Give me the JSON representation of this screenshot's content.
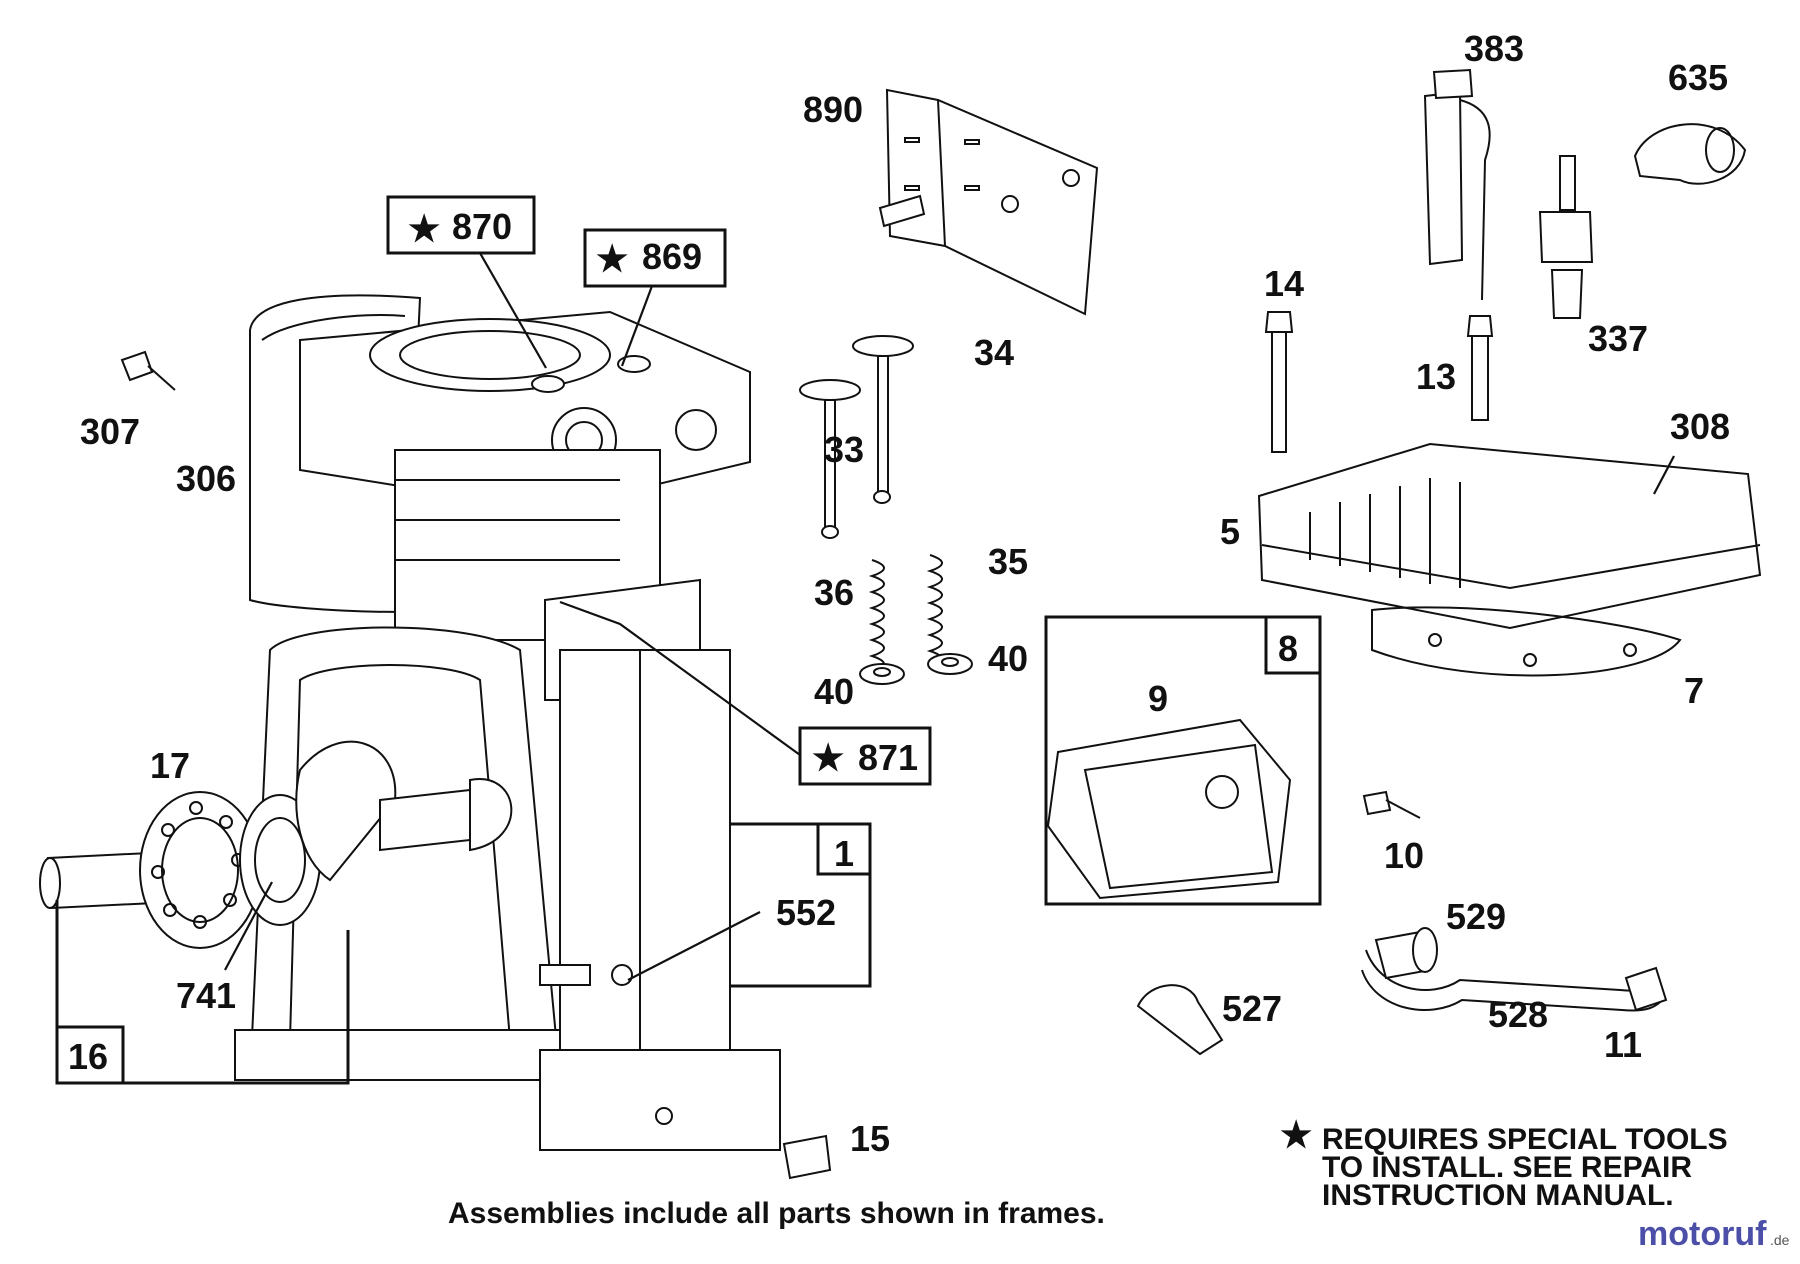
{
  "callouts": {
    "c890": "890",
    "c870": "870",
    "c869": "869",
    "c307": "307",
    "c306": "306",
    "c34": "34",
    "c33": "33",
    "c35": "35",
    "c36": "36",
    "c40a": "40",
    "c40b": "40",
    "c871": "871",
    "c17": "17",
    "c1": "1",
    "c552": "552",
    "c741": "741",
    "c16": "16",
    "c15": "15",
    "c383": "383",
    "c635": "635",
    "c14": "14",
    "c13": "13",
    "c337": "337",
    "c308": "308",
    "c5": "5",
    "c7": "7",
    "c8": "8",
    "c9": "9",
    "c10": "10",
    "c529": "529",
    "c527": "527",
    "c528": "528",
    "c11": "11"
  },
  "special_tool_star": "★",
  "notes": {
    "frames_note": "Assemblies include all parts shown in frames.",
    "special_tools_line1": "REQUIRES SPECIAL TOOLS",
    "special_tools_line2": "TO INSTALL.  SEE REPAIR",
    "special_tools_line3": "INSTRUCTION MANUAL."
  },
  "watermark": {
    "main": "motoruf",
    "suffix": ".de",
    "colors": [
      "#4b4fa8",
      "#c0392b",
      "#2e7d32",
      "#e08e0b"
    ]
  }
}
